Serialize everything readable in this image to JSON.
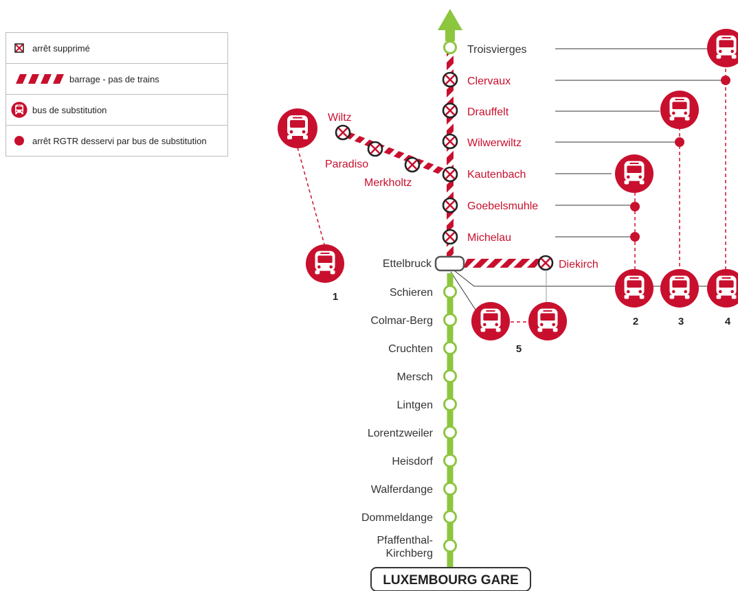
{
  "legend": {
    "items": [
      {
        "icon": "cancelled-stop-icon",
        "label": "arrêt supprimé"
      },
      {
        "icon": "barrier-stripe-icon",
        "label": "barrage - pas de trains"
      },
      {
        "icon": "bus-icon",
        "label": "bus de substitution"
      },
      {
        "icon": "red-dot-icon",
        "label": "arrêt RGTR desservi par bus de substitution"
      }
    ]
  },
  "colors": {
    "red": "#c8102e",
    "green": "#8cc63f",
    "dark": "#333333"
  },
  "stations": {
    "troisvierges": "Troisvierges",
    "clervaux": "Clervaux",
    "drauffelt": "Drauffelt",
    "wilwerwiltz": "Wilwerwiltz",
    "kautenbach": "Kautenbach",
    "goebelsmuhle": "Goebelsmuhle",
    "michelau": "Michelau",
    "ettelbruck": "Ettelbruck",
    "diekirch": "Diekirch",
    "wiltz": "Wiltz",
    "paradiso": "Paradiso",
    "merkholtz": "Merkholtz",
    "schieren": "Schieren",
    "colmar_berg": "Colmar-Berg",
    "cruchten": "Cruchten",
    "mersch": "Mersch",
    "lintgen": "Lintgen",
    "lorentzweiler": "Lorentzweiler",
    "heisdorf": "Heisdorf",
    "walferdange": "Walferdange",
    "dommeldange": "Dommeldange",
    "pfaffenthal_1": "Pfaffenthal-",
    "pfaffenthal_2": "Kirchberg",
    "luxembourg_gare": "LUXEMBOURG GARE"
  },
  "bus_routes": {
    "r1": "1",
    "r2": "2",
    "r3": "3",
    "r4": "4",
    "r5": "5"
  }
}
